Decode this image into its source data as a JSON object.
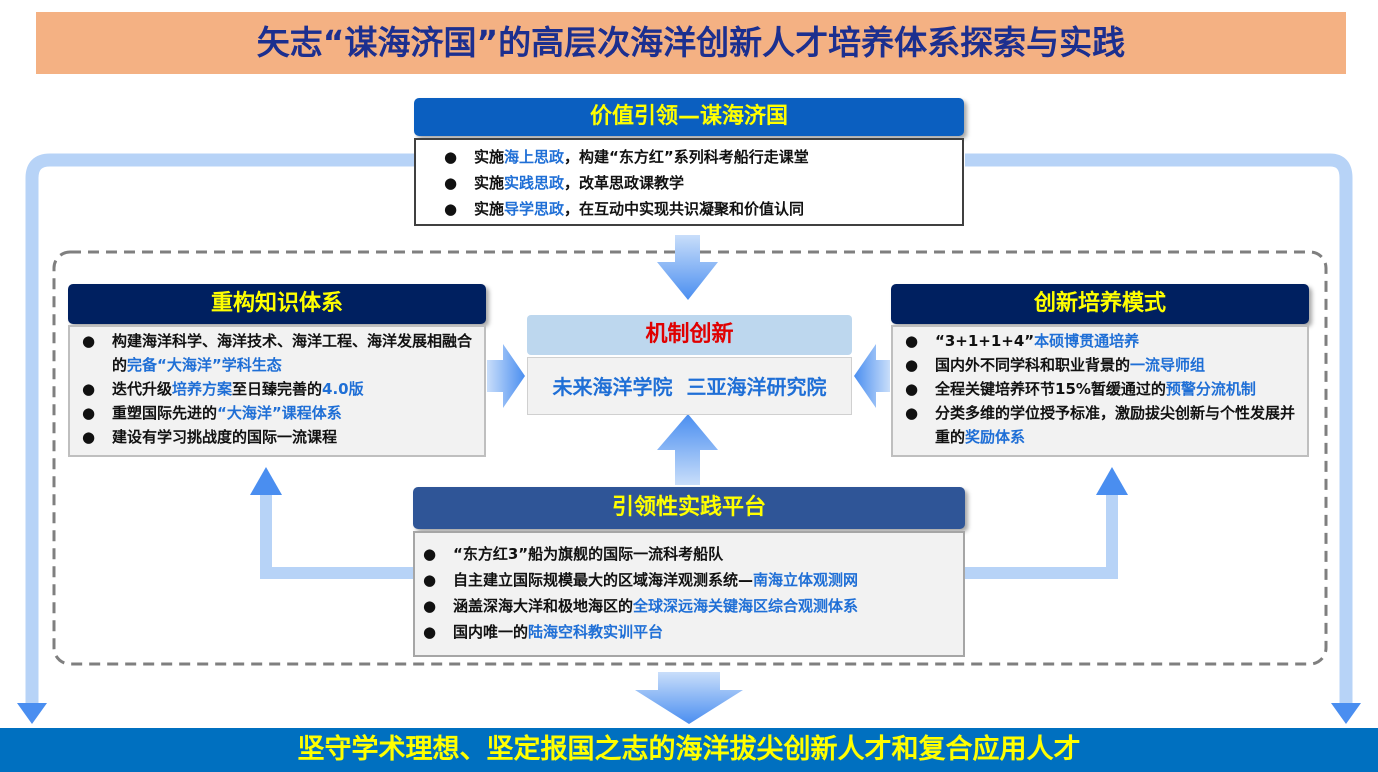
{
  "title": "矢志“谋海济国”的高层次海洋创新人才培养体系探索与实践",
  "value": {
    "header": "价值引领—谋海济国",
    "items": [
      [
        "实施",
        "海上思政",
        "，构建“东方红”系列科考船行走课堂"
      ],
      [
        "实施",
        "实践思政",
        "，改革思政课教学"
      ],
      [
        "实施",
        "导学思政",
        "，在互动中实现共识凝聚和价值认同"
      ]
    ]
  },
  "knowledge": {
    "header": "重构知识体系",
    "items": [
      [
        "构建海洋科学、海洋技术、海洋工程、海洋发展相融合的",
        "完备“大海洋”学科生态",
        ""
      ],
      [
        "迭代升级",
        "培养方案",
        "至日臻完善的",
        "4.0版"
      ],
      [
        "重塑国际先进的",
        "“大海洋”课程体系",
        ""
      ],
      [
        "建设有学习挑战度的国际一流课程",
        "",
        ""
      ]
    ]
  },
  "innovation": {
    "header": "创新培养模式",
    "items": [
      [
        "“3+1+1+4”",
        "本硕博贯通培养",
        ""
      ],
      [
        "国内外不同学科和职业背景的",
        "一流导师组",
        ""
      ],
      [
        "全程关键培养环节15%暂缓通过的",
        "预警分流机制",
        ""
      ],
      [
        "分类多维的学位授予标准，激励拔尖创新与个性发展并重的",
        "奖励体系",
        ""
      ]
    ]
  },
  "mechanism": {
    "header": "机制创新",
    "body": "未来海洋学院  三亚海洋研究院"
  },
  "practice": {
    "header": "引领性实践平台",
    "items": [
      [
        "“东方红3”船为旗舰的国际一流科考船队",
        "",
        ""
      ],
      [
        "自主建立国际规模最大的区域海洋观测系统—",
        "南海立体观测网",
        ""
      ],
      [
        "涵盖深海大洋和极地海区的",
        "全球深远海关键海区综合观测体系",
        ""
      ],
      [
        "国内唯一的",
        "陆海空科教实训平台",
        ""
      ]
    ]
  },
  "bottom": "坚守学术理想、坚定报国之志的海洋拔尖创新人才和复合应用人才",
  "colors": {
    "banner": "#f4b183",
    "highlight": "#1f6fd6",
    "bottom": "#0070c0"
  }
}
